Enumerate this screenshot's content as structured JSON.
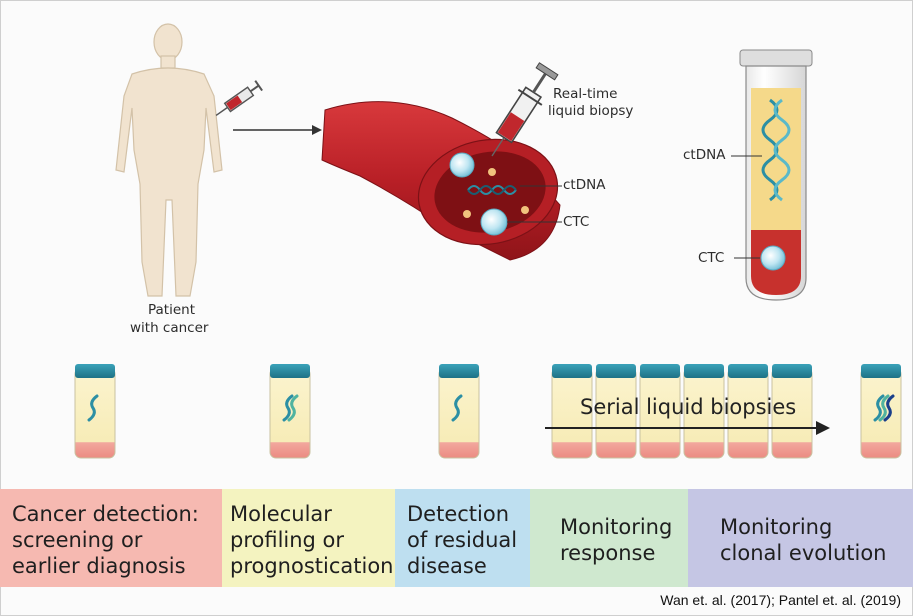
{
  "labels": {
    "patient_line1": "Patient",
    "patient_line2": "with cancer",
    "realtime_line1": "Real-time",
    "realtime_line2": "liquid biopsy",
    "vessel_ctdna": "ctDNA",
    "vessel_ctc": "CTC",
    "tube_ctdna": "ctDNA",
    "tube_ctc": "CTC",
    "serial": "Serial liquid biopsies"
  },
  "bands": [
    {
      "lines": [
        "Cancer detection:",
        "screening or",
        "earlier diagnosis"
      ],
      "color": "#f6b9b1"
    },
    {
      "lines": [
        "Molecular",
        "profiling or",
        "prognostication"
      ],
      "color": "#f4f3c0"
    },
    {
      "lines": [
        "Detection",
        "of residual",
        "disease"
      ],
      "color": "#bedff0"
    },
    {
      "lines": [
        "Monitoring",
        "response"
      ],
      "color": "#cfe8cf"
    },
    {
      "lines": [
        "Monitoring",
        "clonal evolution"
      ],
      "color": "#c5c6e4"
    }
  ],
  "citation": "Wan et. al. (2017); Pantel et. al. (2019)",
  "colors": {
    "skin": "#f1e3cf",
    "blood": "#c0272d",
    "plasma": "#f5d98a",
    "tube_cap": "#2b8fa8",
    "ctdna": "#2c8fa4"
  }
}
